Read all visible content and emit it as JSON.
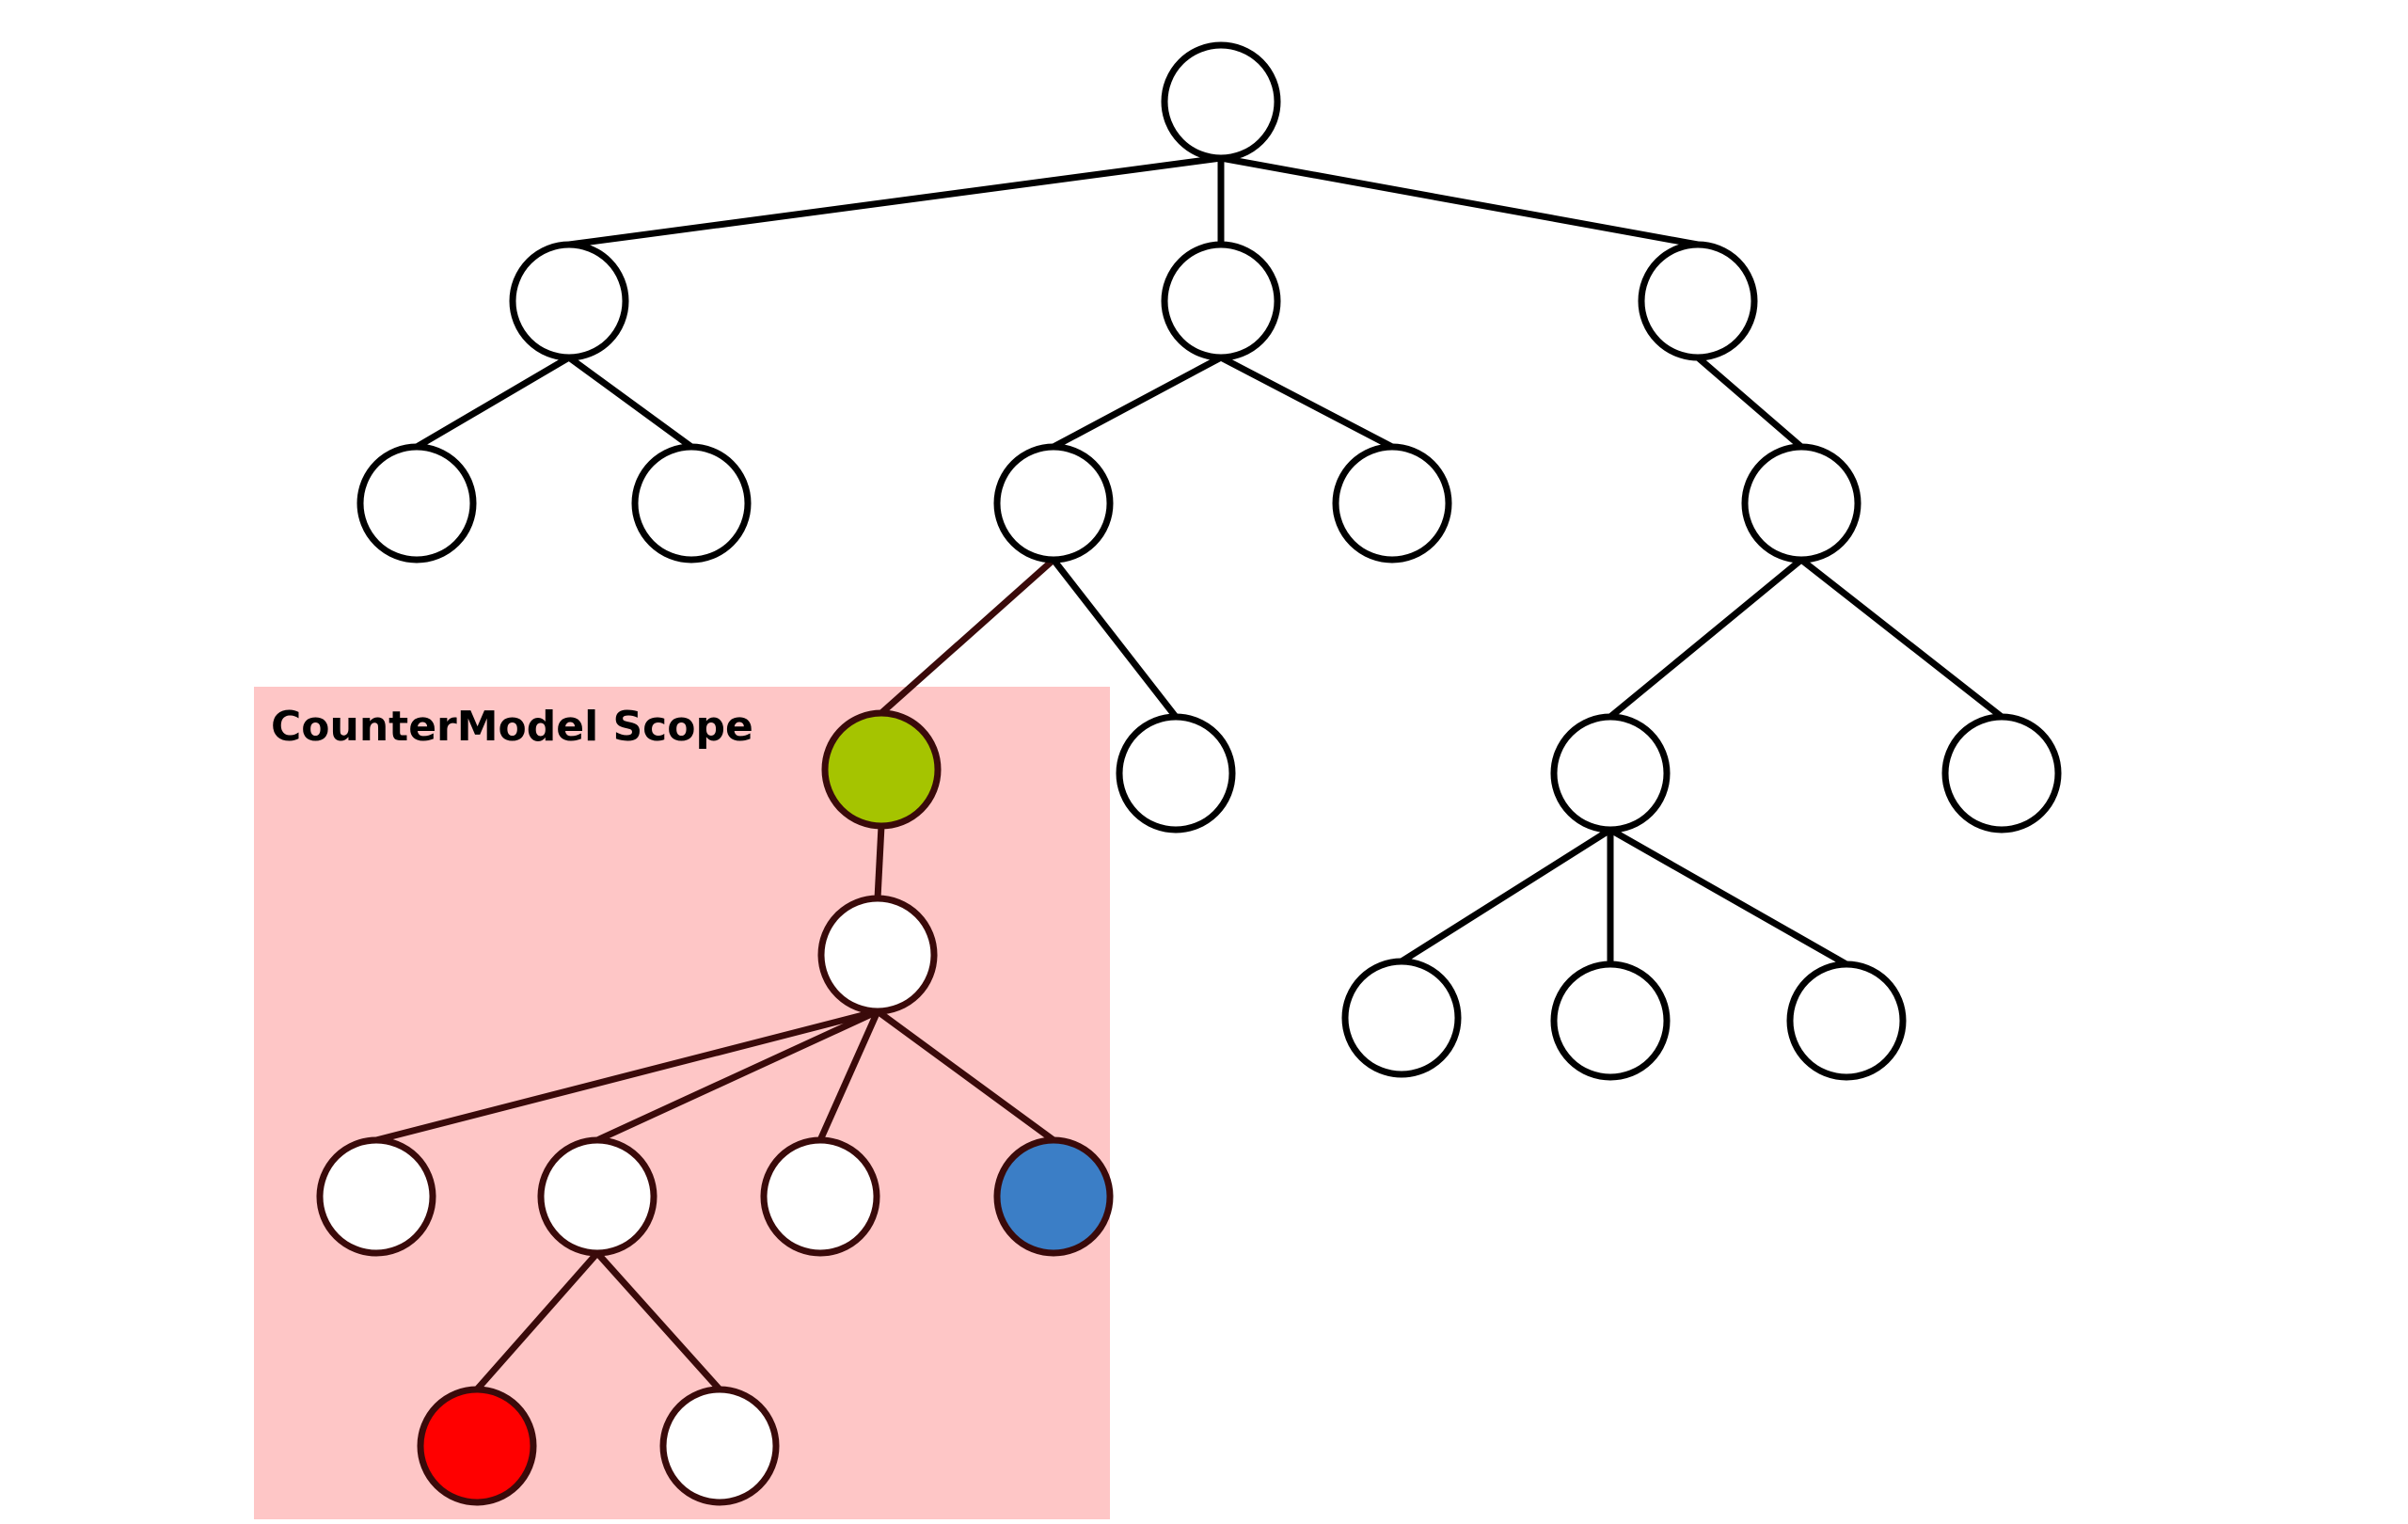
{
  "scope": {
    "label": "CounterModel Scope",
    "fill_color": "#fec6c6",
    "line_color": "#3a0a0a"
  },
  "colors": {
    "default_stroke": "#000000",
    "node_fill": "#ffffff",
    "highlight_green": "#a5c400",
    "highlight_blue": "#3b7ec6",
    "highlight_red": "#ff0000"
  },
  "nodes": [
    {
      "id": "root",
      "parent": null,
      "fill": "white",
      "in_scope": false
    },
    {
      "id": "a",
      "parent": "root",
      "fill": "white",
      "in_scope": false
    },
    {
      "id": "b",
      "parent": "root",
      "fill": "white",
      "in_scope": false
    },
    {
      "id": "c",
      "parent": "root",
      "fill": "white",
      "in_scope": false
    },
    {
      "id": "a1",
      "parent": "a",
      "fill": "white",
      "in_scope": false
    },
    {
      "id": "a2",
      "parent": "a",
      "fill": "white",
      "in_scope": false
    },
    {
      "id": "b1",
      "parent": "b",
      "fill": "white",
      "in_scope": false
    },
    {
      "id": "b2",
      "parent": "b",
      "fill": "white",
      "in_scope": false
    },
    {
      "id": "c1",
      "parent": "c",
      "fill": "white",
      "in_scope": false
    },
    {
      "id": "b1a",
      "parent": "b1",
      "fill": "green",
      "in_scope": true
    },
    {
      "id": "b1b",
      "parent": "b1",
      "fill": "white",
      "in_scope": false
    },
    {
      "id": "c1a",
      "parent": "c1",
      "fill": "white",
      "in_scope": false
    },
    {
      "id": "c1b",
      "parent": "c1",
      "fill": "white",
      "in_scope": false
    },
    {
      "id": "m",
      "parent": "b1a",
      "fill": "white",
      "in_scope": true
    },
    {
      "id": "c1a1",
      "parent": "c1a",
      "fill": "white",
      "in_scope": false
    },
    {
      "id": "c1a2",
      "parent": "c1a",
      "fill": "white",
      "in_scope": false
    },
    {
      "id": "c1a3",
      "parent": "c1a",
      "fill": "white",
      "in_scope": false
    },
    {
      "id": "m1",
      "parent": "m",
      "fill": "white",
      "in_scope": true
    },
    {
      "id": "m2",
      "parent": "m",
      "fill": "white",
      "in_scope": true
    },
    {
      "id": "m3",
      "parent": "m",
      "fill": "white",
      "in_scope": true
    },
    {
      "id": "m4",
      "parent": "m",
      "fill": "blue",
      "in_scope": true
    },
    {
      "id": "m2a",
      "parent": "m2",
      "fill": "red",
      "in_scope": true
    },
    {
      "id": "m2b",
      "parent": "m2",
      "fill": "white",
      "in_scope": true
    }
  ]
}
